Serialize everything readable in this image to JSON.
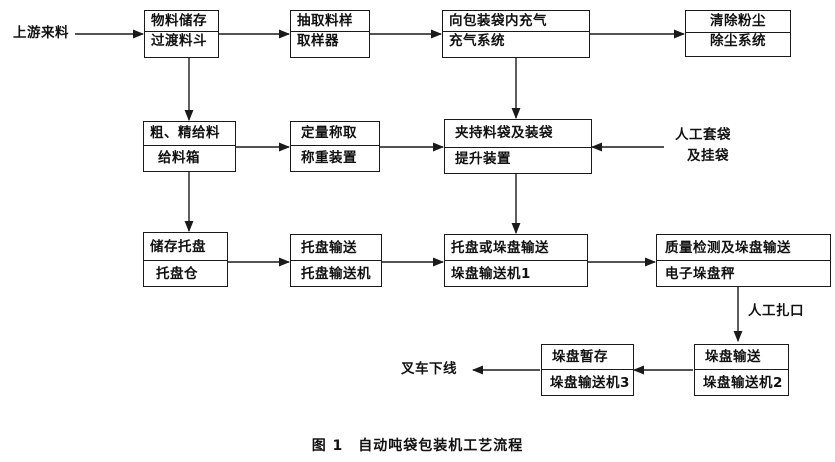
{
  "boxes": {
    "storage_hopper": {
      "line1": "物料储存",
      "line2": "过渡料斗"
    },
    "sampler": {
      "line1": "抽取料样",
      "line2": "取样器"
    },
    "inflation": {
      "line1": "向包装袋内充气",
      "line2": "充气系统"
    },
    "dust_removal": {
      "line1": "清除粉尘",
      "line2": "除尘系统"
    },
    "feeder": {
      "line1": "粗、精给料",
      "line2": "给料箱"
    },
    "weighing": {
      "line1": "定量称取",
      "line2": "称重装置"
    },
    "bag_clamp": {
      "line1": "夹持料袋及装袋",
      "line2": "提升装置"
    },
    "pallet_storage": {
      "line1": "储存托盘",
      "line2": "托盘仓"
    },
    "pallet_conveyor": {
      "line1": "托盘输送",
      "line2": "托盘输送机"
    },
    "pallet_or_stack": {
      "line1": "托盘或垛盘输送",
      "line2": "垛盘输送机1"
    },
    "quality_check": {
      "line1": "质量检测及垛盘输送",
      "line2": "电子垛盘秤"
    },
    "stack_conveyor2": {
      "line1": "垛盘输送",
      "line2": "垛盘输送机2"
    },
    "stack_buffer": {
      "line1": "垛盘暂存",
      "line2": "垛盘输送机3"
    }
  },
  "labels": {
    "upstream": "上游来料",
    "manual_bagging_1": "人工套袋",
    "manual_bagging_2": "及挂袋",
    "manual_tie": "人工扎口",
    "forklift": "叉车下线"
  },
  "caption": "图 1　自动吨袋包装机工艺流程"
}
